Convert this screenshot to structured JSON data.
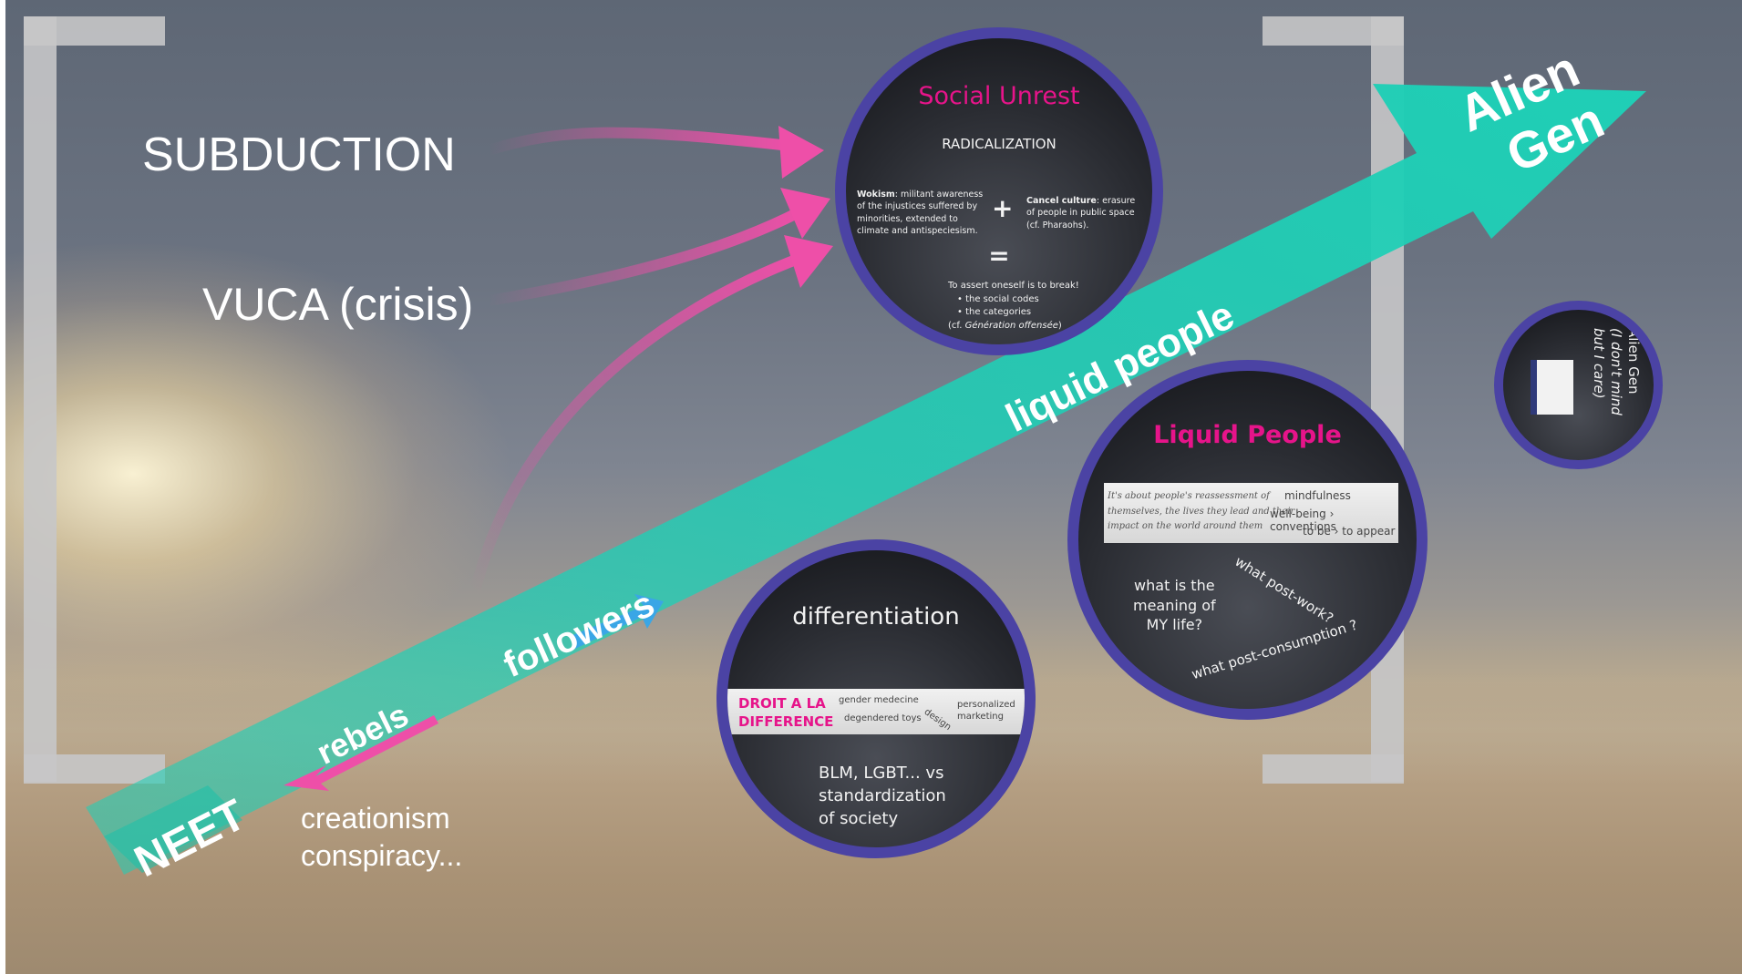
{
  "left_terms": {
    "subduction": "SUBDUCTION",
    "vuca": "VUCA (crisis)"
  },
  "arrow_labels": {
    "alien_gen_line1": "Alien",
    "alien_gen_line2": "Gen",
    "liquid_people": "liquid people",
    "followers": "followers",
    "rebels": "rebels",
    "neet": "NEET"
  },
  "bottom_left": {
    "line1": "creationism",
    "line2": "conspiracy..."
  },
  "social_unrest": {
    "title": "Social Unrest",
    "subtitle": "RADICALIZATION",
    "wokism_term": "Wokism",
    "wokism_text": ": militant awareness of the injustices suffered by minorities, extended to climate and antispeciesism.",
    "plus": "+",
    "cancel_term": "Cancel culture",
    "cancel_text": ": erasure of people in public space (cf. Pharaohs).",
    "equals": "=",
    "assert_line": "To assert oneself is to break!",
    "bullet1": "the social codes",
    "bullet2": "the categories",
    "cf_prefix": "(cf. ",
    "cf_title": "Génération offensée",
    "cf_suffix": ")"
  },
  "liquid_circle": {
    "title": "Liquid People",
    "strip_italic_1": "It's about people's reassessment of",
    "strip_italic_2": "themselves, the lives they lead and their",
    "strip_italic_3": "impact on the world around them",
    "mindfulness": "mindfulness",
    "wellbeing": "well-being › conventions",
    "tobe": "to be › to appear",
    "meaning_1": "what is the",
    "meaning_2": "meaning of",
    "meaning_3": "MY life?",
    "post_work": "what post-work?",
    "post_consumption": "what post-consumption ?"
  },
  "differentiation": {
    "title": "differentiation",
    "droit_1": "DROIT A LA",
    "droit_2": "DIFFERENCE",
    "gender": "gender medecine",
    "toys": "degendered toys",
    "design": "design",
    "personalized": "personalized",
    "marketing": "marketing",
    "blm_1": "BLM, LGBT... vs",
    "blm_2": "standardization",
    "blm_3": "of society"
  },
  "alien_circle": {
    "line1": "Alien Gen",
    "line2": "(I don't mind",
    "line3": "but I care)"
  },
  "colors": {
    "magenta": "#e6148a",
    "teal": "#1fcfb6",
    "circle_border": "#4b43a4",
    "pink_arrow": "#ee4fa8"
  }
}
